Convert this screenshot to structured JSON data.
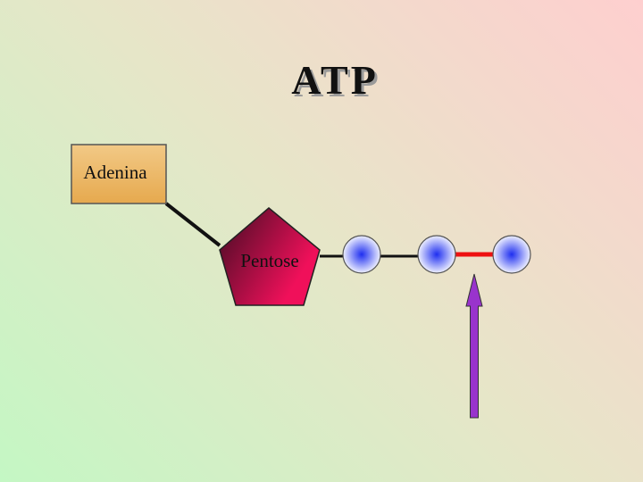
{
  "title": "ATP",
  "nodes": {
    "base": {
      "label": "Adenina"
    },
    "sugar": {
      "label": "Pentose"
    },
    "phosphates": [
      {
        "id": "phosphate-1"
      },
      {
        "id": "phosphate-2"
      },
      {
        "id": "phosphate-3"
      }
    ]
  },
  "colors": {
    "title": "#111111",
    "title_shadow": "#9a9a9a",
    "base_fill_top": "#f2c986",
    "base_fill_bottom": "#e6a94e",
    "sugar_dark": "#4a0c25",
    "sugar_light": "#f0105a",
    "phosphate_center": "#1e2ef0",
    "phosphate_edge": "#eef0ff",
    "bond": "#111111",
    "high_energy_bond": "#ee1111",
    "arrow": "#9933cc"
  }
}
